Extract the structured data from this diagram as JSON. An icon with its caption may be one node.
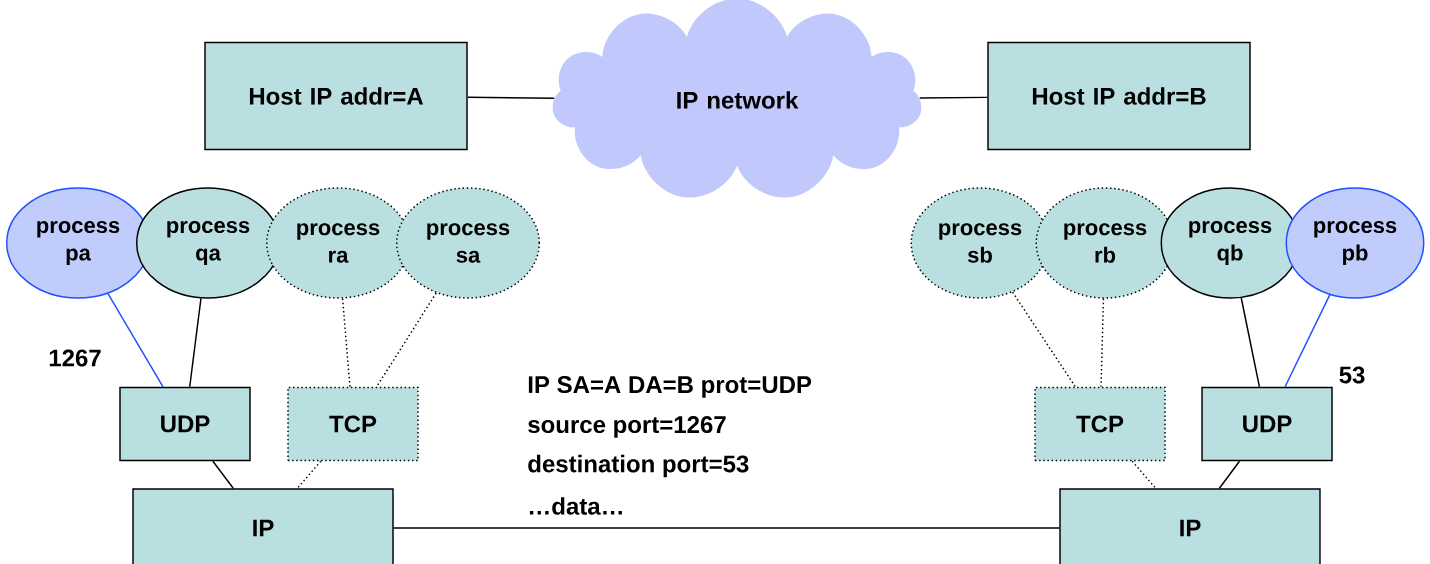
{
  "diagram": {
    "nodes": [
      {
        "text": [
          "Host IP addr=A"
        ]
      },
      {
        "text": [
          "IP network"
        ]
      },
      {
        "text": [
          "Host IP addr=B"
        ]
      },
      {
        "text": [
          "process pa"
        ]
      },
      {
        "text": [
          "process qa"
        ]
      },
      {
        "text": [
          "process ra"
        ]
      },
      {
        "text": [
          "process sa"
        ]
      },
      {
        "text": [
          "process sb"
        ]
      },
      {
        "text": [
          "process rb"
        ]
      },
      {
        "text": [
          "process qb"
        ]
      },
      {
        "text": [
          "process pb"
        ]
      },
      {
        "text": [
          "UDP"
        ]
      },
      {
        "text": [
          "TCP"
        ]
      },
      {
        "text": [
          "TCP"
        ]
      },
      {
        "text": [
          "UDP"
        ]
      },
      {
        "text": [
          "IP"
        ]
      },
      {
        "text": [
          "IP"
        ]
      }
    ],
    "edges": [
      {
        "from": 0,
        "to": 1,
        "arrow": "none"
      },
      {
        "from": 1,
        "to": 2,
        "arrow": "none"
      },
      {
        "from": 3,
        "to": 11,
        "arrow": "none",
        "color": "#1f4fff"
      },
      {
        "from": 4,
        "to": 11,
        "arrow": "none"
      },
      {
        "from": 5,
        "to": 12,
        "arrow": "none",
        "style": "dashed"
      },
      {
        "from": 6,
        "to": 12,
        "arrow": "none",
        "style": "dashed"
      },
      {
        "from": 7,
        "to": 13,
        "arrow": "none",
        "style": "dashed"
      },
      {
        "from": 8,
        "to": 13,
        "arrow": "none",
        "style": "dashed"
      },
      {
        "from": 9,
        "to": 14,
        "arrow": "none"
      },
      {
        "from": 10,
        "to": 14,
        "arrow": "none",
        "color": "#1f4fff"
      },
      {
        "from": 11,
        "to": 15,
        "arrow": "none"
      },
      {
        "from": 12,
        "to": 15,
        "arrow": "none",
        "style": "dashed"
      },
      {
        "from": 13,
        "to": 16,
        "arrow": "none",
        "style": "dashed"
      },
      {
        "from": 14,
        "to": 16,
        "arrow": "none"
      },
      {
        "from": 15,
        "to": 16,
        "arrow": "none"
      }
    ],
    "labels": [
      "1267",
      "53",
      "IP SA=A DA=B prot=UDP",
      "source port=1267",
      "destination port=53",
      "…data…"
    ]
  }
}
